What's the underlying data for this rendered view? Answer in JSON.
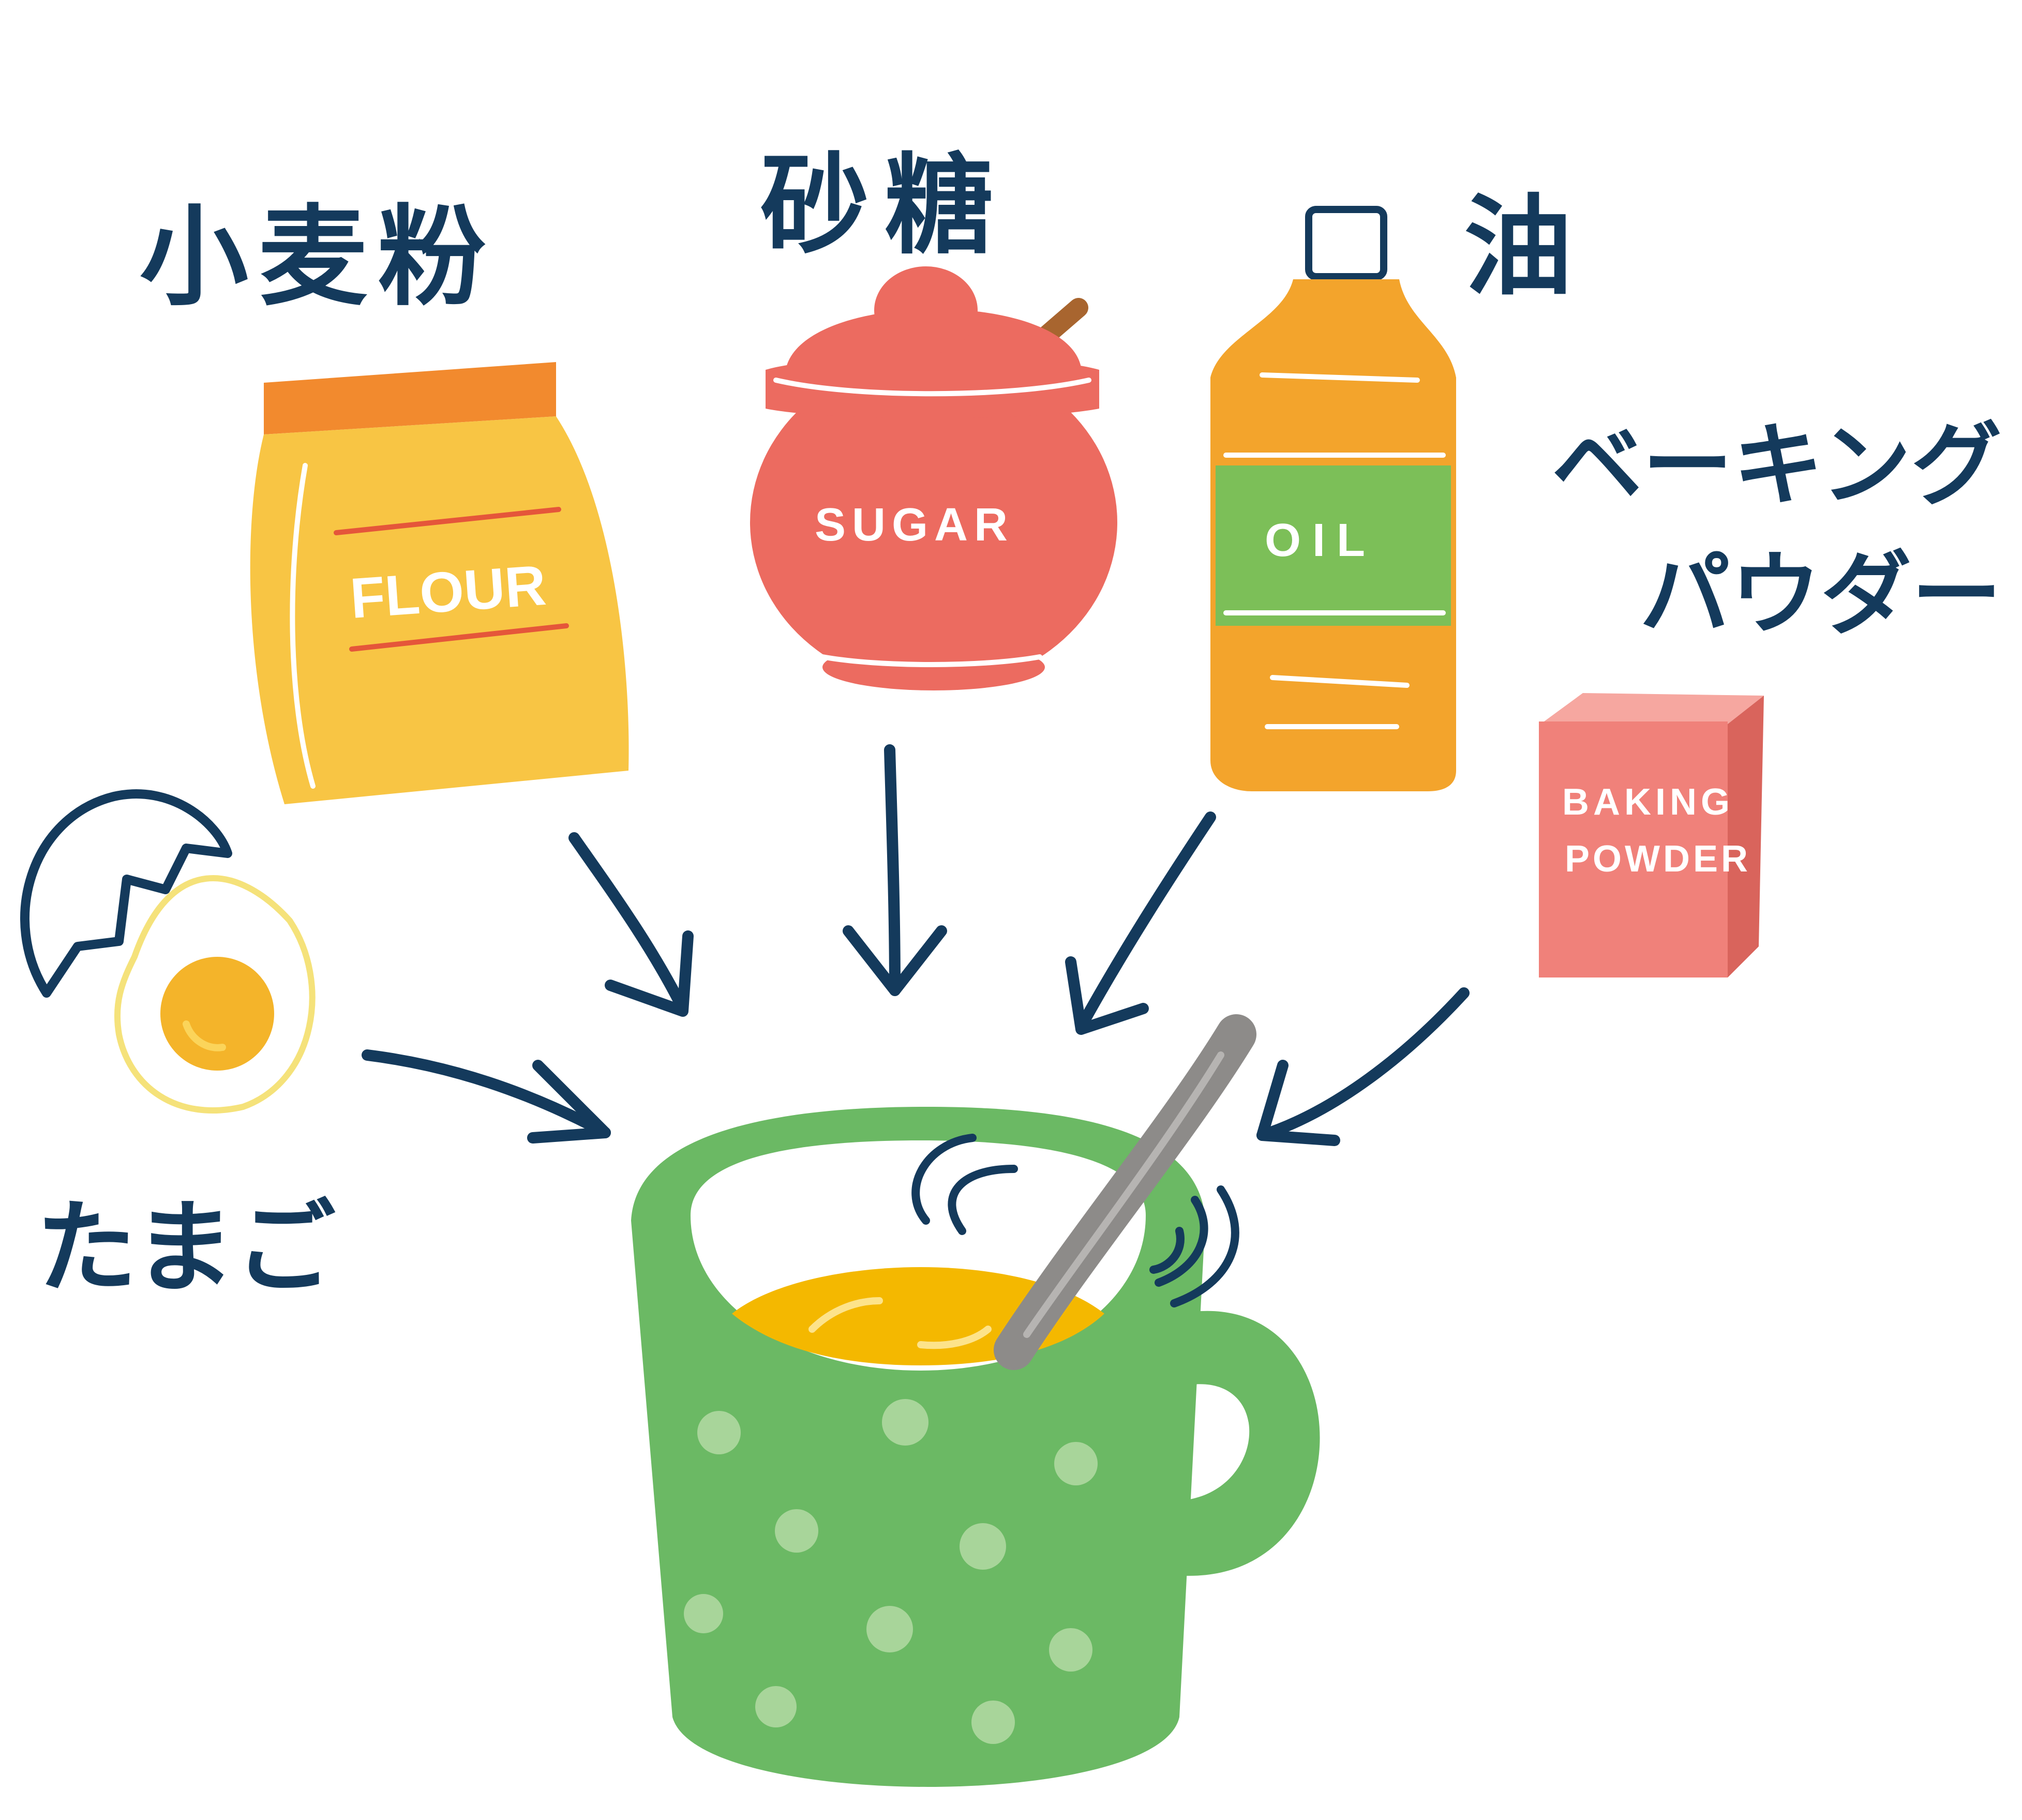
{
  "labels": {
    "flour_jp": "小麦粉",
    "sugar_jp": "砂糖",
    "oil_jp": "油",
    "baking_powder_jp_line1": "ベーキング",
    "baking_powder_jp_line2": "パウダー",
    "egg_jp": "たまご",
    "flour_en": "FLOUR",
    "sugar_en": "SUGAR",
    "oil_en": "OIL",
    "baking_powder_en_line1": "BAKING",
    "baking_powder_en_line2": "POWDER"
  },
  "colors": {
    "ink": "#143a5c",
    "flour_bag": "#f8c544",
    "flour_top": "#f28a2e",
    "sugar_pot": "#ec6b60",
    "spoon_handle": "#a8652f",
    "oil_bottle": "#f3a42c",
    "oil_label": "#7cbf58",
    "box": "#f0817a",
    "egg_yolk": "#f4b42a",
    "mug": "#6bb964",
    "mug_dots": "#a8d59a",
    "batter": "#f4b800",
    "stir_spoon": "#8d8b89"
  },
  "icons": [
    "flour-bag-icon",
    "sugar-pot-icon",
    "oil-bottle-icon",
    "baking-powder-box-icon",
    "cracked-egg-icon",
    "mug-icon",
    "spoon-icon",
    "arrow-icon"
  ]
}
